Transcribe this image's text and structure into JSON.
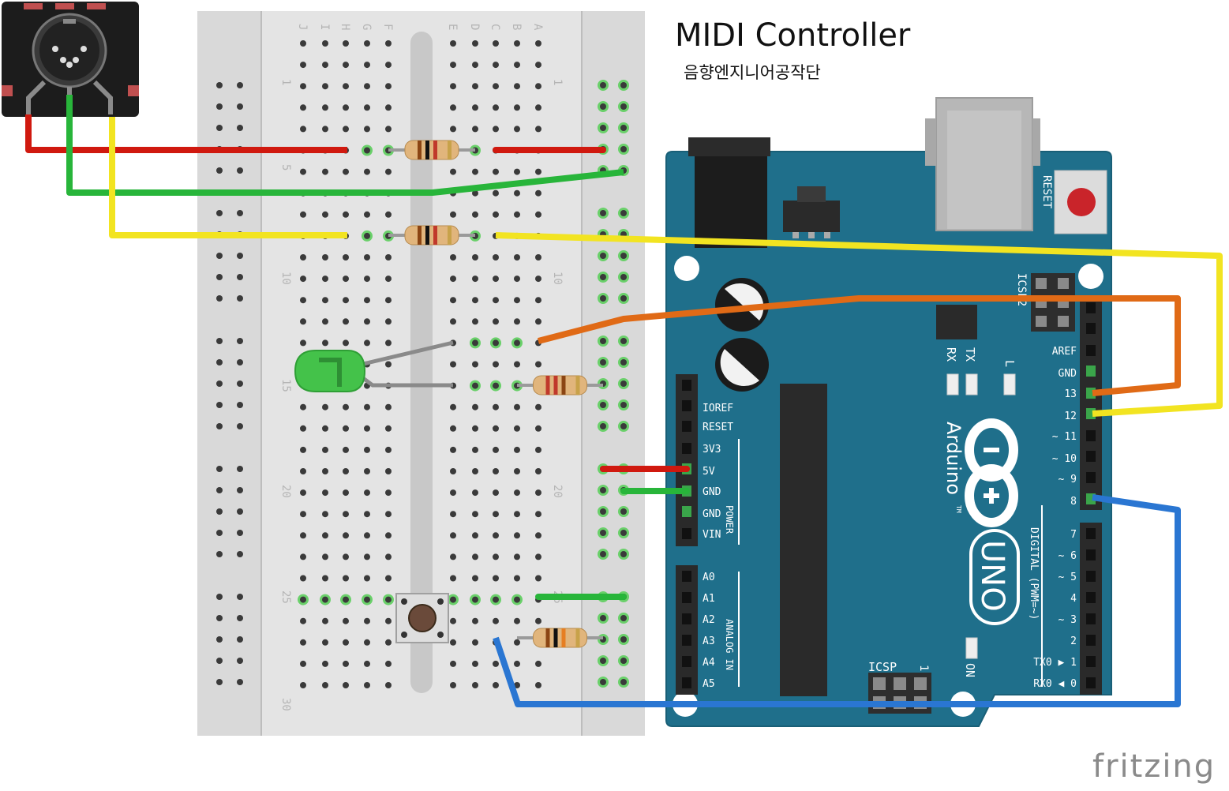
{
  "header": {
    "title": "MIDI Controller",
    "subtitle": "음향엔지니어공작단"
  },
  "brand": "fritzing",
  "breadboard": {
    "row_letters": [
      "J",
      "I",
      "H",
      "G",
      "F",
      "E",
      "D",
      "C",
      "B",
      "A"
    ],
    "row_numbers": [
      "1",
      "5",
      "10",
      "15",
      "20",
      "25",
      "30"
    ]
  },
  "arduino": {
    "reset_label": "RESET",
    "icsp2_label": "ICSP2",
    "icsp_label": "ICSP",
    "icsp_pin1": "1",
    "rx_label": "RX",
    "tx_label": "TX",
    "l_label": "L",
    "on_label": "ON",
    "logo_text": "Arduino",
    "tm": "TM",
    "uno_text": "UNO",
    "digital_label": "DIGITAL (PWM=~)",
    "power_label": "POWER",
    "analog_label": "ANALOG IN",
    "power_pins": [
      "IOREF",
      "RESET",
      "3V3",
      "5V",
      "GND",
      "GND",
      "VIN"
    ],
    "analog_pins": [
      "A0",
      "A1",
      "A2",
      "A3",
      "A4",
      "A5"
    ],
    "digital_top": [
      "AREF",
      "GND",
      "13",
      "12",
      "~ 11",
      "~ 10",
      "~ 9",
      "8"
    ],
    "digital_bottom": [
      "7",
      "~ 6",
      "~ 5",
      "4",
      "~ 3",
      "2",
      "TX0 ▶ 1",
      "RX0 ◀ 0"
    ]
  },
  "colors": {
    "board_teal": "#1f6f8b",
    "breadboard": "#d9d9d9",
    "wire_red": "#d0190f",
    "wire_green": "#28b53a",
    "wire_yellow": "#f2e421",
    "wire_orange": "#e06a16",
    "wire_blue": "#2a76d2",
    "led_green": "#44c24a"
  }
}
